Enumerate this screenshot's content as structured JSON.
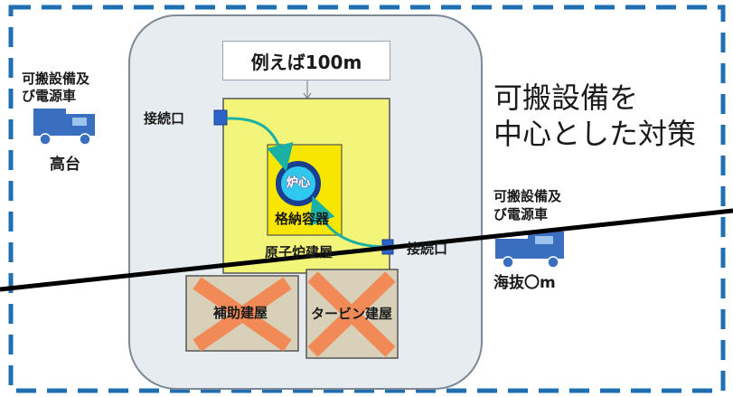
{
  "site_label": "",
  "distance_label": "例えば100m",
  "title_line1": "可搬設備を",
  "title_line2": "中心とした対策",
  "left_vehicle": {
    "label_line1": "可搬設備及",
    "label_line2": "び電源車",
    "location": "高台"
  },
  "right_vehicle": {
    "label_line1": "可搬設備及",
    "label_line2": "び電源車",
    "location": "海抜〇m"
  },
  "connection_port_top": "接続口",
  "connection_port_bottom": "接続口",
  "core_label": "炉心",
  "containment_label": "格納容器",
  "reactor_building_label": "原子炉建屋",
  "aux_building_label": "補助建屋",
  "turbine_building_label": "タービン建屋",
  "colors": {
    "dashed_border": "#1f6fb2",
    "site_fill": "#e7ecf1",
    "reactor_building": "#f2f57a",
    "containment": "#f7e600",
    "core_ring": "#1a3f8f",
    "core_fill": "#2fc9f0",
    "pipe": "#1ab0a4",
    "truck": "#3a6fbf",
    "ruined_building": "#d8d0b8",
    "cross": "#f28a58",
    "tsunami_line": "#000000"
  },
  "icons": [
    "truck-icon",
    "cross-icon",
    "arrow-icon"
  ]
}
